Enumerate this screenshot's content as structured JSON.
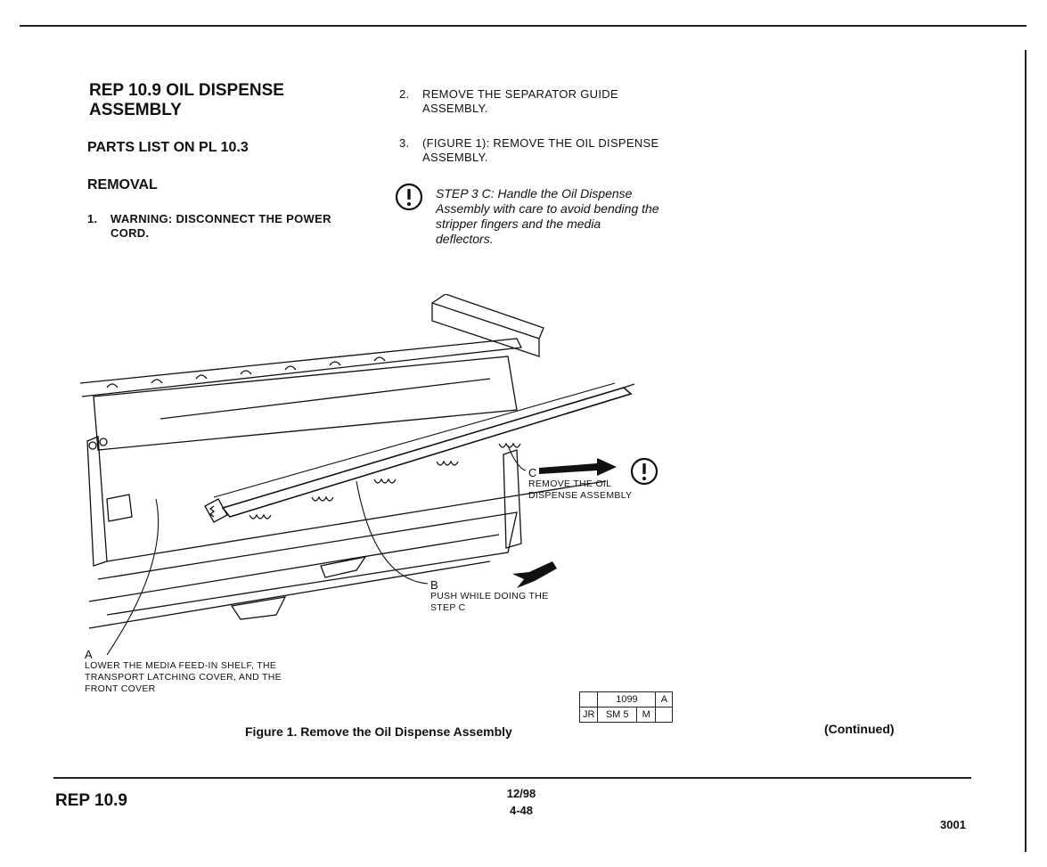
{
  "section_title_line1": "REP 10.9 OIL DISPENSE",
  "section_title_line2": "ASSEMBLY",
  "parts_list": "PARTS LIST ON PL 10.3",
  "removal_heading": "REMOVAL",
  "steps": [
    {
      "num": "1.",
      "text_line1": "WARNING: DISCONNECT THE POWER",
      "text_line2": "CORD."
    },
    {
      "num": "2.",
      "text_line1": "REMOVE THE SEPARATOR GUIDE",
      "text_line2": "ASSEMBLY."
    },
    {
      "num": "3.",
      "text_line1": "(FIGURE 1):   REMOVE THE OIL DISPENSE",
      "text_line2": "ASSEMBLY."
    }
  ],
  "caution": {
    "line1": "STEP 3 C:  Handle the Oil Dispense",
    "line2": "Assembly with care to avoid bending the",
    "line3": "stripper fingers and the media",
    "line4": "deflectors."
  },
  "callouts": {
    "a_letter": "A",
    "a_line1": "LOWER THE MEDIA FEED-IN SHELF, THE",
    "a_line2": "TRANSPORT LATCHING COVER, AND THE",
    "a_line3": "FRONT COVER",
    "b_letter": "B",
    "b_line1": "PUSH WHILE DOING THE",
    "b_line2": "STEP C",
    "c_letter": "C",
    "c_line1": "REMOVE THE OIL",
    "c_line2": "DISPENSE ASSEMBLY"
  },
  "ref_box": {
    "top_mid": "1099",
    "top_right": "A",
    "bot1": "JR",
    "bot2": "SM 5",
    "bot3": "M"
  },
  "figure_caption": "Figure 1. Remove the Oil Dispense Assembly",
  "continued": "(Continued)",
  "footer": {
    "left": "REP 10.9",
    "date": "12/98",
    "page": "4-48",
    "right": "3001"
  },
  "icons": [
    "caution-icon"
  ]
}
